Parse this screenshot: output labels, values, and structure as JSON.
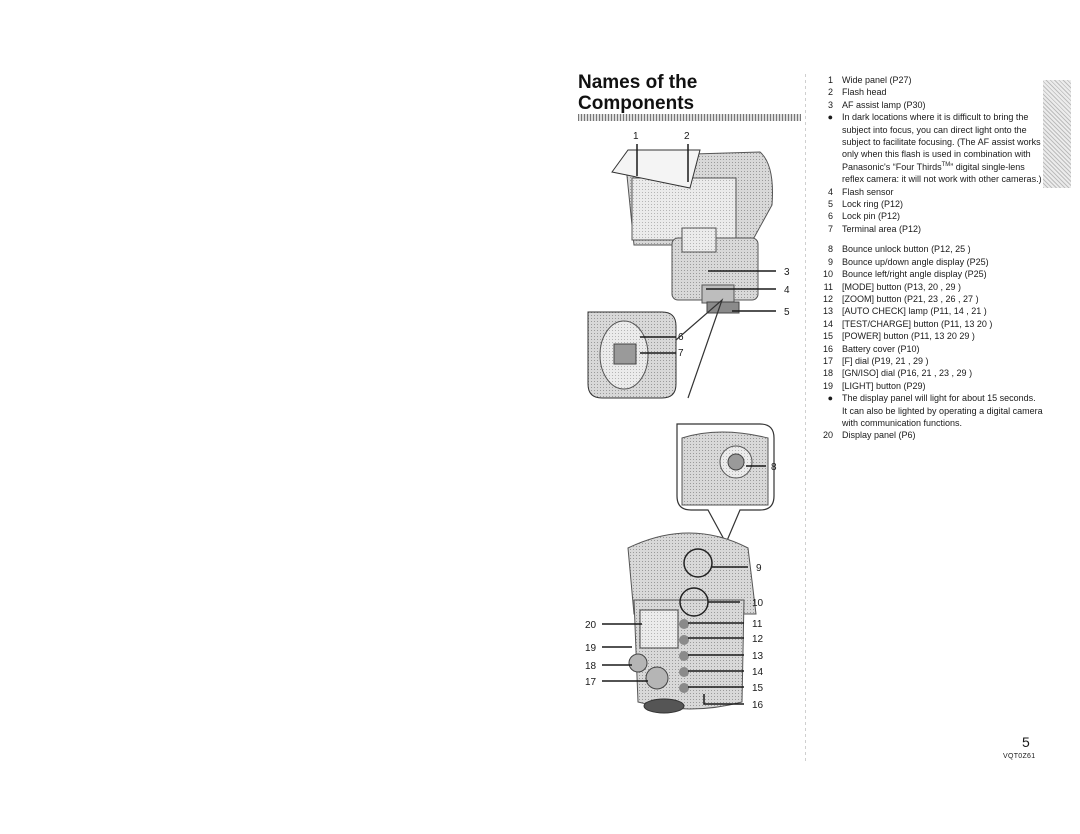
{
  "page": {
    "title_line1": "Names of the",
    "title_line2": "Components",
    "page_number": "5",
    "code": "VQT0Z61"
  },
  "callouts": [
    "1",
    "2",
    "3",
    "4",
    "5",
    "6",
    "7",
    "8",
    "9",
    "10",
    "11",
    "12",
    "13",
    "14",
    "15",
    "16",
    "17",
    "18",
    "19",
    "20"
  ],
  "components": [
    {
      "num": "1",
      "text": "Wide panel (P27)"
    },
    {
      "num": "2",
      "text": "Flash head"
    },
    {
      "num": "3",
      "text": "AF assist lamp (P30)"
    },
    {
      "num": "4",
      "text": "Flash sensor"
    },
    {
      "num": "5",
      "text": "Lock ring (P12)"
    },
    {
      "num": "6",
      "text": "Lock pin (P12)"
    },
    {
      "num": "7",
      "text": "Terminal area (P12)"
    },
    {
      "num": "8",
      "text": "Bounce unlock button (P12, 25 )"
    },
    {
      "num": "9",
      "text": "Bounce up/down angle display (P25)"
    },
    {
      "num": "10",
      "text": "Bounce left/right angle display (P25)"
    },
    {
      "num": "11",
      "text": "[MODE] button (P13, 20 , 29 )"
    },
    {
      "num": "12",
      "text": "[ZOOM] button (P21, 23 , 26 , 27 )"
    },
    {
      "num": "13",
      "text": "[AUTO CHECK] lamp (P11, 14 , 21 )"
    },
    {
      "num": "14",
      "text": "[TEST/CHARGE] button (P11, 13  20 )"
    },
    {
      "num": "15",
      "text": "[POWER] button (P11, 13  20  29 )"
    },
    {
      "num": "16",
      "text": "Battery cover (P10)"
    },
    {
      "num": "17",
      "text": "[F] dial (P19, 21 , 29 )"
    },
    {
      "num": "18",
      "text": "[GN/ISO] dial (P16, 21 , 23 , 29 )"
    },
    {
      "num": "19",
      "text": "[LIGHT] button (P29)"
    },
    {
      "num": "20",
      "text": "Display panel (P6)"
    }
  ],
  "notes": {
    "af_note": "In dark locations where it is difficult to bring the subject into focus, you can direct light onto the subject to facilitate focusing. (The AF assist works only when this flash is used in combination with Panasonic's “Four Thirds",
    "af_note_tm": "TM",
    "af_note_end": "” digital single-lens reflex camera: it will not work with other cameras.)",
    "light_note": "The display panel will light for about 15 seconds. It can also be lighted by operating a digital camera with communication functions."
  }
}
